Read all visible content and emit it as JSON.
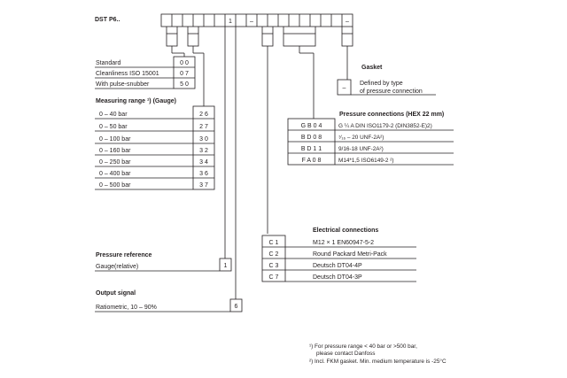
{
  "header": {
    "model": "DST P6..",
    "code_fixed_1": "1",
    "dash_1": "–",
    "dash_2": "–"
  },
  "version": {
    "items": [
      {
        "label": "Standard",
        "code": "0 0"
      },
      {
        "label": "Cleanliness  ISO 15001",
        "code": "0 7"
      },
      {
        "label": "With pulse-snubber",
        "code": "5 0"
      }
    ]
  },
  "measuring_range": {
    "title": "Measuring range ¹) (Gauge)",
    "items": [
      {
        "label": "0 –    40 bar",
        "code": "2 6"
      },
      {
        "label": "0 –    50 bar",
        "code": "2 7"
      },
      {
        "label": "0 – 100 bar",
        "code": "3 0"
      },
      {
        "label": "0 – 160 bar",
        "code": "3 2"
      },
      {
        "label": "0 – 250 bar",
        "code": "3 4"
      },
      {
        "label": "0 – 400 bar",
        "code": "3 6"
      },
      {
        "label": "0 – 500 bar",
        "code": "3 7"
      }
    ]
  },
  "pressure_reference": {
    "title": "Pressure reference",
    "label": "Gauge(relative)",
    "code": "1"
  },
  "output_signal": {
    "title": "Output signal",
    "label": "Ratiometric, 10 – 90%",
    "code": "6"
  },
  "gasket": {
    "title": "Gasket",
    "code": "–",
    "text_1": "Defined by type",
    "text_2": "of pressure connection"
  },
  "pressure_connections": {
    "title": "Pressure connections (HEX 22 mm)",
    "items": [
      {
        "code": "G B 0 4",
        "label": "G ¼ A DIN ISO1179-2 (DIN3852-E)2)"
      },
      {
        "code": "B D 0 8",
        "label": "⁷⁄₁₆ – 20 UNF-2A²)"
      },
      {
        "code": "B D 1 1",
        "label": "9/16-18 UNF-2A²)"
      },
      {
        "code": "F A 0 8",
        "label": "M14*1,5 ISO6149-2 ²)"
      }
    ]
  },
  "electrical_connections": {
    "title": "Electrical connections",
    "items": [
      {
        "code": "C 1",
        "label": "M12 × 1 EN60947-5-2"
      },
      {
        "code": "C 2",
        "label": "Round Packard Metri-Pack"
      },
      {
        "code": "C 3",
        "label": "Deutsch DT04-4P"
      },
      {
        "code": "C 7",
        "label": "Deutsch DT04-3P"
      }
    ]
  },
  "footnotes": {
    "note_1_line_1": "¹) For pressure range < 40 bar or >500 bar,",
    "note_1_line_2": "please contact Danfoss",
    "note_2": "²) Incl. FKM  gasket. Min. medium temperature is -25°C"
  }
}
